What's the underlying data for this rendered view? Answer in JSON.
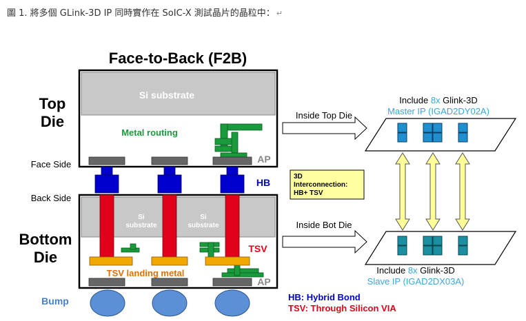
{
  "caption": {
    "text": "圖 1. 將多個 GLink-3D IP 同時實作在 SoIC-X 測試晶片的晶粒中：",
    "return_mark": "↵"
  },
  "diagram": {
    "title": "Face-to-Back (F2B)",
    "top_die_line1": "Top",
    "top_die_line2": "Die",
    "bottom_die_line1": "Bottom",
    "bottom_die_line2": "Die",
    "face_side": "Face Side",
    "back_side": "Back Side",
    "bump": "Bump",
    "si_substrate": "Si substrate",
    "metal_routing": "Metal routing",
    "ap_top": "AP",
    "ap_bottom": "AP",
    "hb": "HB",
    "tsv": "TSV",
    "si_small_1_line1": "Si",
    "si_small_1_line2": "substrate",
    "si_small_2_line1": "Si",
    "si_small_2_line2": "substrate",
    "tsv_landing_metal": "TSV landing metal",
    "legend_hb": "HB: Hybrid Bond",
    "legend_tsv": "TSV: Through Silicon VIA",
    "inside_top_die": "Inside Top Die",
    "inside_bot_die": "Inside Bot Die",
    "interconnection_line1": "3D",
    "interconnection_line2": "Interconnection:",
    "interconnection_line3": "HB+ TSV",
    "top_include_prefix": "Include ",
    "top_include_count": "8x",
    "top_include_suffix": " Glink-3D",
    "top_ip_label": "Master IP (IGAD2DY02A)",
    "bot_include_prefix": "Include ",
    "bot_include_count": "8x",
    "bot_include_suffix": " Glink-3D",
    "bot_ip_label": "Slave IP (IGAD2DX03A)"
  },
  "colors": {
    "si_gray": "#c8c8c8",
    "metal_green": "#1a9a3c",
    "hb_blue": "#0000cc",
    "tsv_red": "#e0001a",
    "landing_orange": "#f0a800",
    "landing_text": "#e07000",
    "pad_gray": "#666666",
    "bump_blue": "#5b8fd6",
    "ip_cyan": "#3aa7d8",
    "ip_teal": "#1b8fa0",
    "arrow_yellow": "#ffff99",
    "note_yellow": "#ffffa0"
  }
}
